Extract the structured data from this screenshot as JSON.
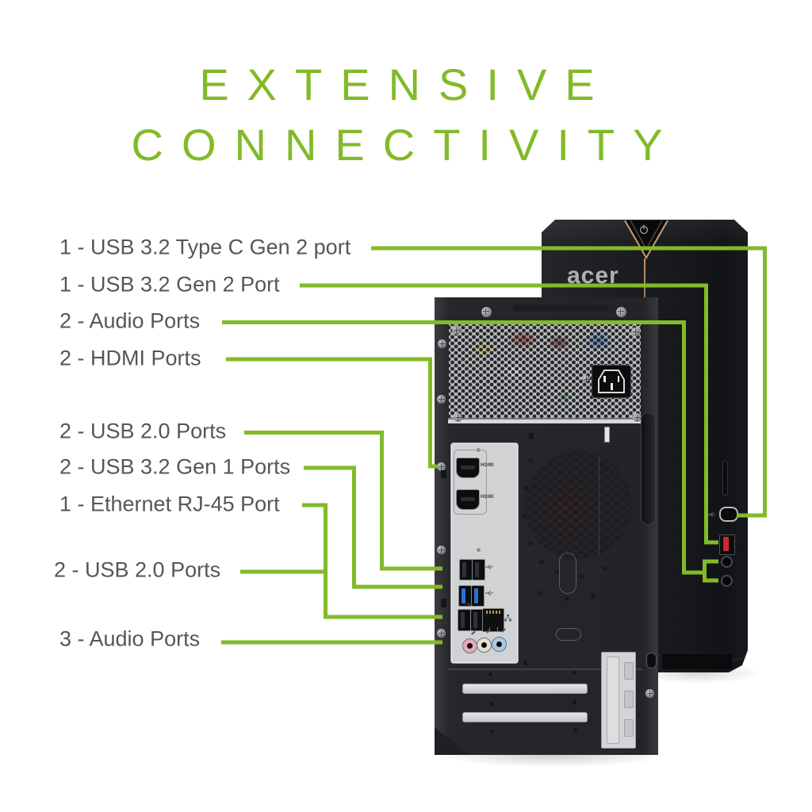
{
  "title": {
    "line1": "EXTENSIVE",
    "line2": "CONNECTIVITY"
  },
  "colors": {
    "accent_green": "#82BA28",
    "label_text": "#55565A",
    "tower_black": "#17181B",
    "panel_silver": "#C6C8CA",
    "copper_accent": "#C79E72",
    "usb3_blue": "#2E6FD2",
    "usb_red": "#D2262E",
    "audio_pink": "#E8A8BA",
    "audio_lime": "#DDE2D4",
    "audio_blue": "#A8CBE8"
  },
  "callouts": [
    {
      "label": "1 - USB 3.2 Type C Gen 2 port",
      "target": "front-usb-c-port"
    },
    {
      "label": "1 - USB 3.2 Gen 2 Port",
      "target": "front-red-usb-port"
    },
    {
      "label": "2 - Audio Ports",
      "target": "front-audio-jacks"
    },
    {
      "label": "2 - HDMI Ports",
      "target": "rear-hdmi-ports"
    },
    {
      "label": "2 - USB 2.0 Ports",
      "target": "rear-usb20-top-row"
    },
    {
      "label": "2 - USB 3.2 Gen 1 Ports",
      "target": "rear-usb32-gen1-row"
    },
    {
      "label": "1 - Ethernet RJ-45 Port",
      "target": "rear-ethernet-port"
    },
    {
      "label": "2 - USB 2.0 Ports",
      "target": "rear-usb20-bottom-row"
    },
    {
      "label": "3 - Audio Ports",
      "target": "rear-audio-jacks"
    }
  ],
  "front_tower": {
    "brand": "acer"
  },
  "rear_tower": {
    "hdmi_port_label": "HDMI"
  },
  "icons": {
    "power-icon": "circle with stem (power symbol)",
    "usb-icon": "USB trident glyph",
    "ethernet-icon": "network nodes glyph",
    "audio-jack-marks": "small tick marks above jacks"
  }
}
